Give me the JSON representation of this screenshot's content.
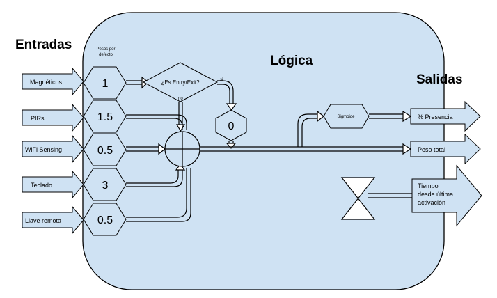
{
  "diagram": {
    "titles": {
      "inputs": "Entradas",
      "logic": "Lógica",
      "outputs": "Salidas"
    },
    "weights_header": [
      "Pesos por",
      "defecto"
    ],
    "inputs": [
      {
        "label": "Magnéticos",
        "weight": "1"
      },
      {
        "label": "PIRs",
        "weight": "1.5"
      },
      {
        "label": "WiFi Sensing",
        "weight": "0.5"
      },
      {
        "label": "Teclado",
        "weight": "3"
      },
      {
        "label": "Llave remota",
        "weight": "0.5"
      }
    ],
    "decision": {
      "label": "¿Es Entry/Exit?",
      "yes": "si",
      "no": "no"
    },
    "zero_value": "0",
    "sigmoid": "Sigmoide",
    "outputs": [
      {
        "label": "% Presencia"
      },
      {
        "label": "Peso total"
      },
      {
        "lines": [
          "Tiempo",
          "desde última",
          "activación"
        ]
      }
    ],
    "colors": {
      "panel": "#cfe2f3",
      "stroke": "#000000"
    }
  }
}
